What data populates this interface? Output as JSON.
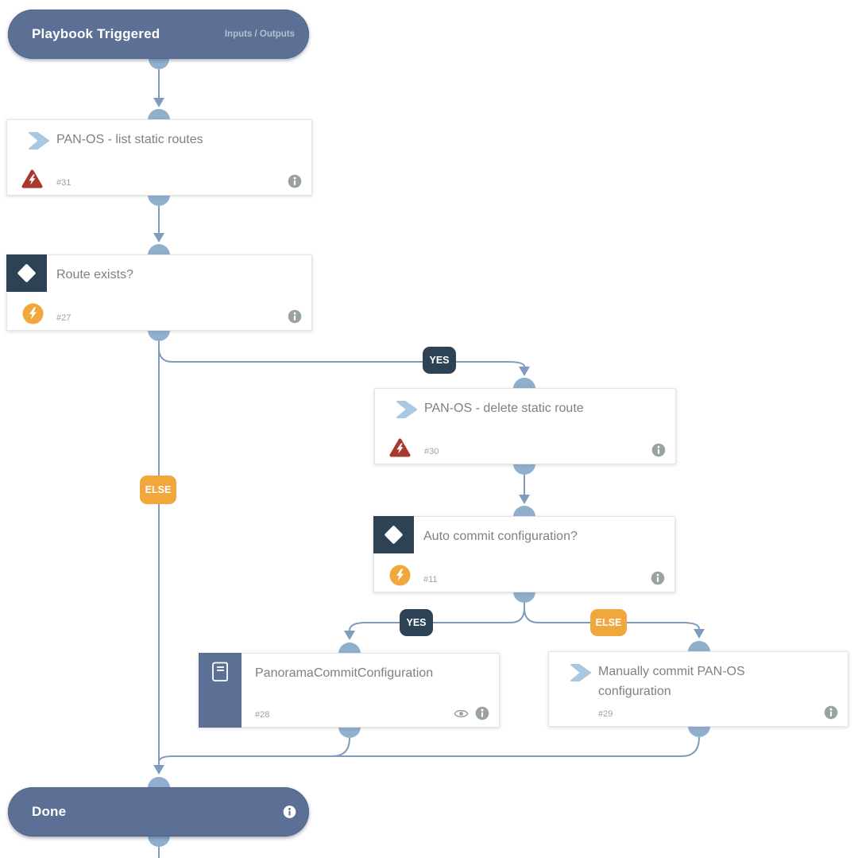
{
  "colors": {
    "pill_bg": "#5c7095",
    "connector_line": "#7e9dbe",
    "connector_node": "#8fafcd",
    "branch_yes_bg": "#2e4255",
    "branch_else_bg": "#f0a73b",
    "condition_icon_bg": "#2e4255",
    "script_badge": "#f0a73b",
    "error_badge": "#a9392f",
    "task_arrow_icon": "#a9c8e1",
    "title_text": "#7b8186",
    "muted_text": "#9aa1a8",
    "icon_gray": "#98a2a2"
  },
  "start": {
    "title": "Playbook Triggered",
    "io_label": "Inputs / Outputs"
  },
  "branch_labels": {
    "yes": "YES",
    "else": "ELSE"
  },
  "nodes": {
    "list_routes": {
      "title": "PAN-OS - list static routes",
      "id": "#31"
    },
    "route_exists": {
      "title": "Route exists?",
      "id": "#27"
    },
    "delete_route": {
      "title": "PAN-OS - delete static route",
      "id": "#30"
    },
    "auto_commit": {
      "title": "Auto commit configuration?",
      "id": "#11"
    },
    "panorama_commit": {
      "title": "PanoramaCommitConfiguration",
      "id": "#28"
    },
    "manual_commit": {
      "title": "Manually commit PAN-OS configuration",
      "id": "#29"
    }
  },
  "end": {
    "title": "Done"
  }
}
